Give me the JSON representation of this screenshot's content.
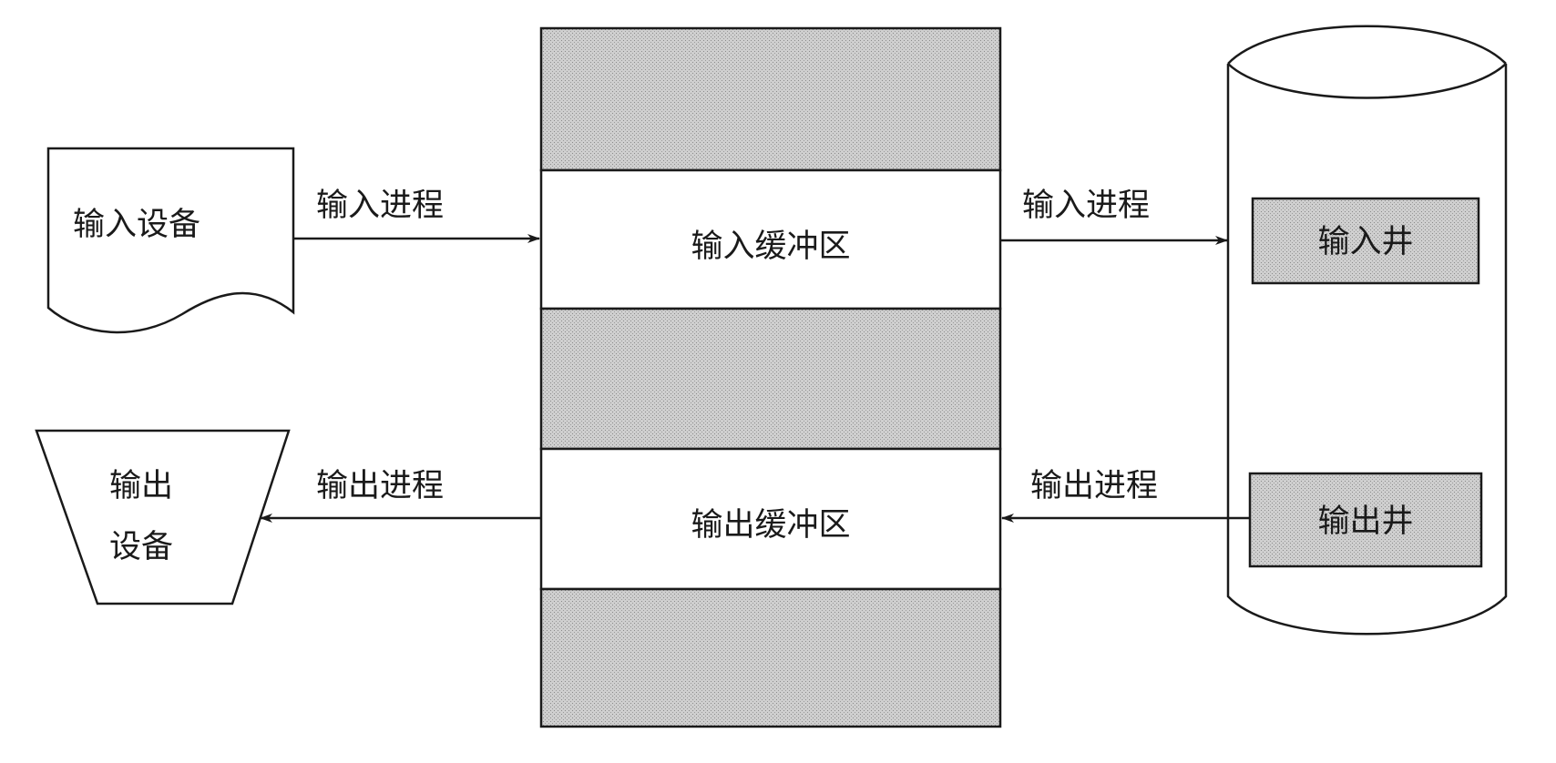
{
  "colors": {
    "shaded": "#c4c4c4",
    "line": "#1a1a1a",
    "background": "#ffffff"
  },
  "input_device": {
    "label": "输入设备"
  },
  "output_device": {
    "line1": "输出",
    "line2": "设备"
  },
  "buffer": {
    "input_label": "输入缓冲区",
    "output_label": "输出缓冲区"
  },
  "arrows": {
    "in_left": "输入进程",
    "in_right": "输入进程",
    "out_left": "输出进程",
    "out_right": "输出进程"
  },
  "disk": {
    "input_well": "输入井",
    "output_well": "输出井"
  }
}
